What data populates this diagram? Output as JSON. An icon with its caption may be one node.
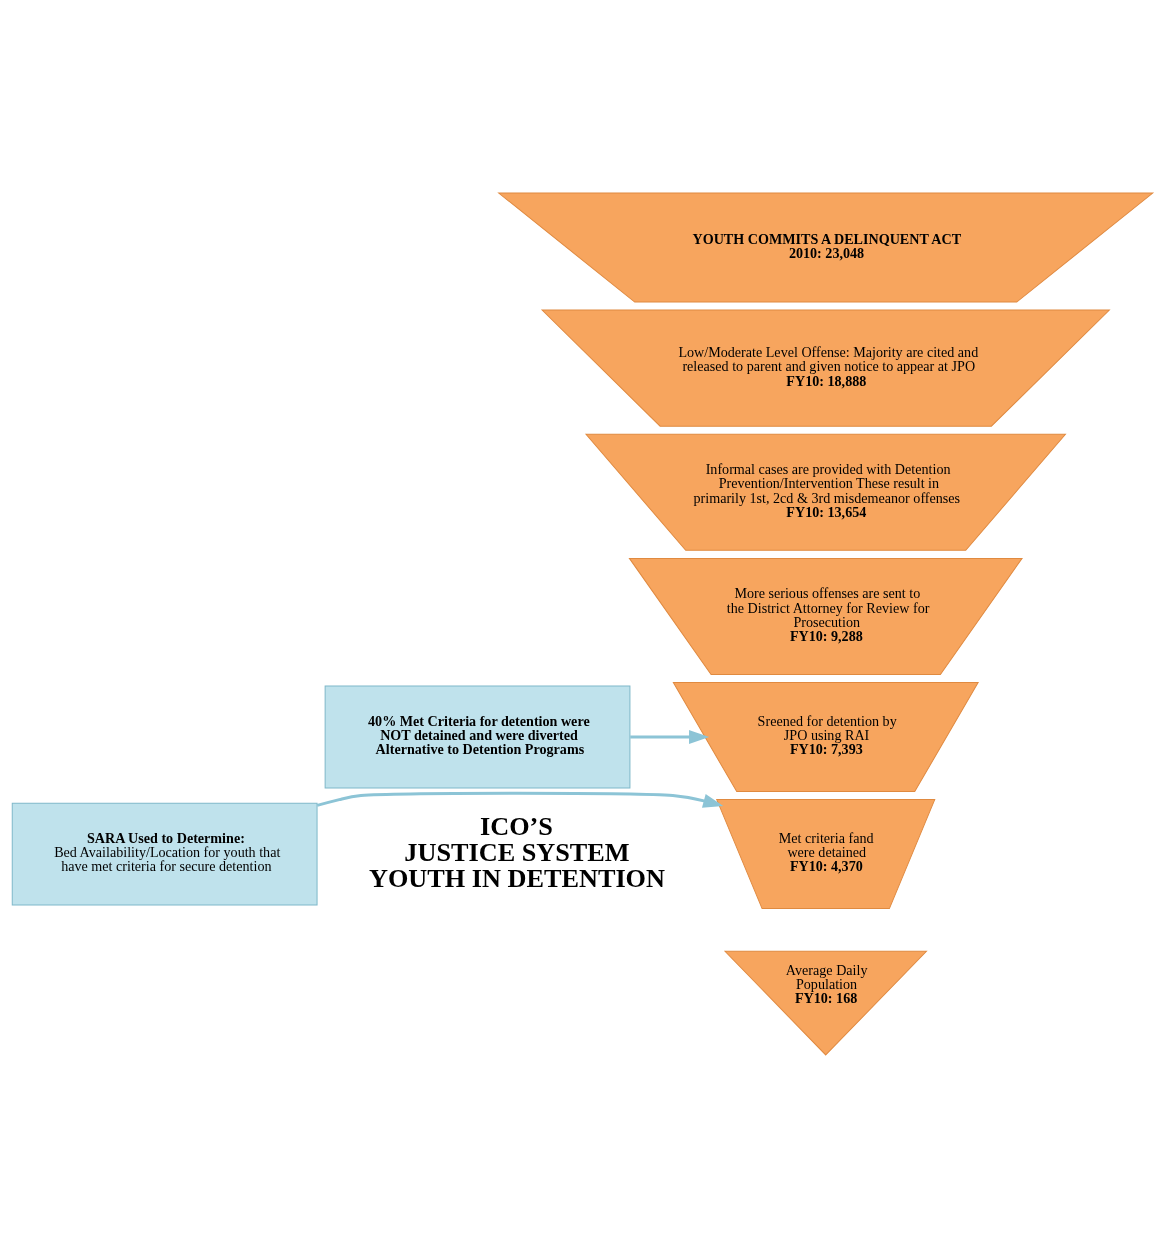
{
  "diagram": {
    "nodes": [
      {
        "text": [
          "YOUTH COMMITS A DELINQUENT ACT",
          "2010: 23,048"
        ]
      },
      {
        "text": [
          "Low/Moderate Level Offense: Majority are cited and released to parent and given notice to appear at JPO",
          "FY10: 18,888"
        ]
      },
      {
        "text": [
          "Informal cases are provided with Detention Prevention/Intervention These result in primarily 1st, 2cd & 3rd misdemeanor offenses",
          "FY10: 13,654"
        ]
      },
      {
        "text": [
          "More serious offenses are sent to the District Attorney for Review for Prosecution",
          "FY10: 9,288"
        ]
      },
      {
        "text": [
          "Sreened for detention by JPO using RAI",
          "FY10: 7,393"
        ]
      },
      {
        "text": [
          "Met criteria fand were detained",
          "FY10: 4,370"
        ]
      },
      {
        "text": [
          "Average Daily Population",
          "FY10: 168"
        ]
      },
      {
        "text": [
          "40% Met Criteria for detention were NOT detained and were diverted Alternative to Detention Programs"
        ]
      },
      {
        "text": [
          "SARA Used to Determine:",
          "Bed Availability/Location for youth that have met criteria for secure detention"
        ]
      }
    ],
    "edges": [
      {
        "from": 7,
        "to": 4,
        "arrow": "to"
      },
      {
        "from": 8,
        "to": 5,
        "arrow": "to"
      }
    ],
    "labels": [
      "ICO’S",
      "JUSTICE SYSTEM",
      "YOUTH IN DETENTION"
    ]
  }
}
